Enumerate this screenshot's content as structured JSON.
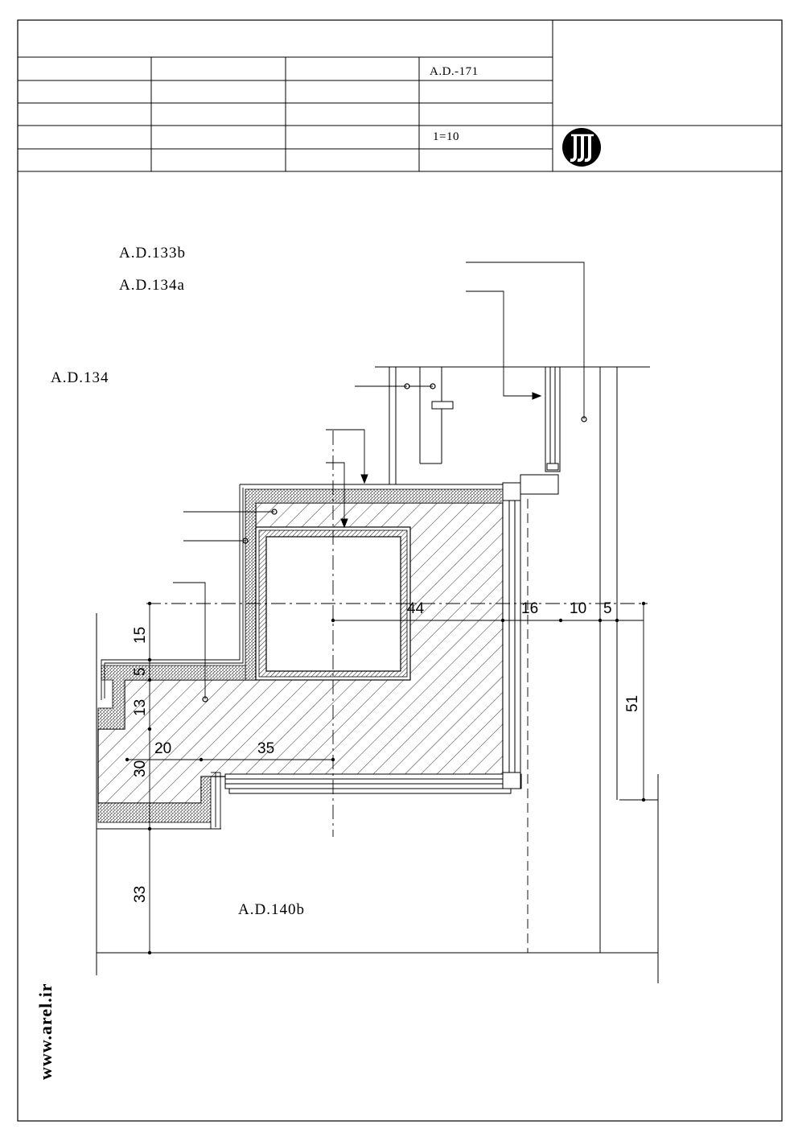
{
  "title_block": {
    "drawing_code": "A.D.-171",
    "scale": "1=10"
  },
  "references": {
    "ref_133b": "A.D.133b",
    "ref_134a": "A.D.134a",
    "ref_134": "A.D.134",
    "ref_140b": "A.D.140b"
  },
  "dimensions": {
    "d44": "44",
    "d16": "16",
    "d10": "10",
    "d5": "5",
    "d51": "51",
    "d15": "15",
    "d5b": "5",
    "d13": "13",
    "d20": "20",
    "d35": "35",
    "d30": "30",
    "d33": "33"
  },
  "watermark": "www.arel.ir",
  "logo": "logo-monogram-icon"
}
